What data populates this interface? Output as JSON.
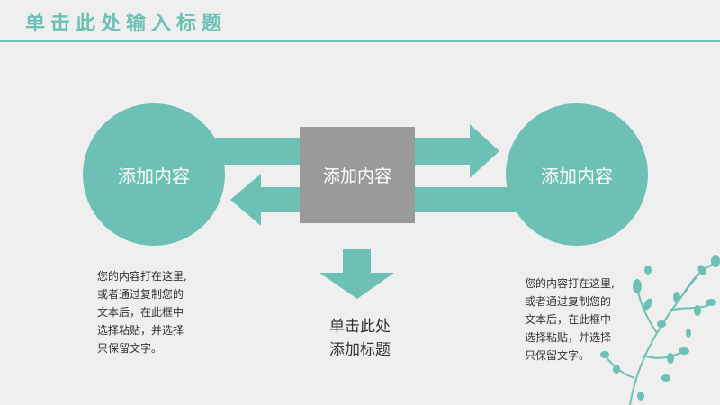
{
  "title": "单击此处输入标题",
  "colors": {
    "accent": "#6cc0b4",
    "box": "#9a9a9a",
    "background": "#efefef"
  },
  "left_circle": {
    "label": "添加内容"
  },
  "center_box": {
    "label": "添加内容"
  },
  "right_circle": {
    "label": "添加内容"
  },
  "left_text": [
    "您的内容打在这里,",
    "或者通过复制您的",
    "文本后，在此框中",
    "选择粘贴，并选择",
    "只保留文字。"
  ],
  "right_text": [
    "您的内容打在这里,",
    "或者通过复制您的",
    "文本后，在此框中",
    "选择粘贴，并选择",
    "只保留文字。"
  ],
  "caption": [
    "单击此处",
    "添加标题"
  ],
  "decoration": "floral-branch"
}
